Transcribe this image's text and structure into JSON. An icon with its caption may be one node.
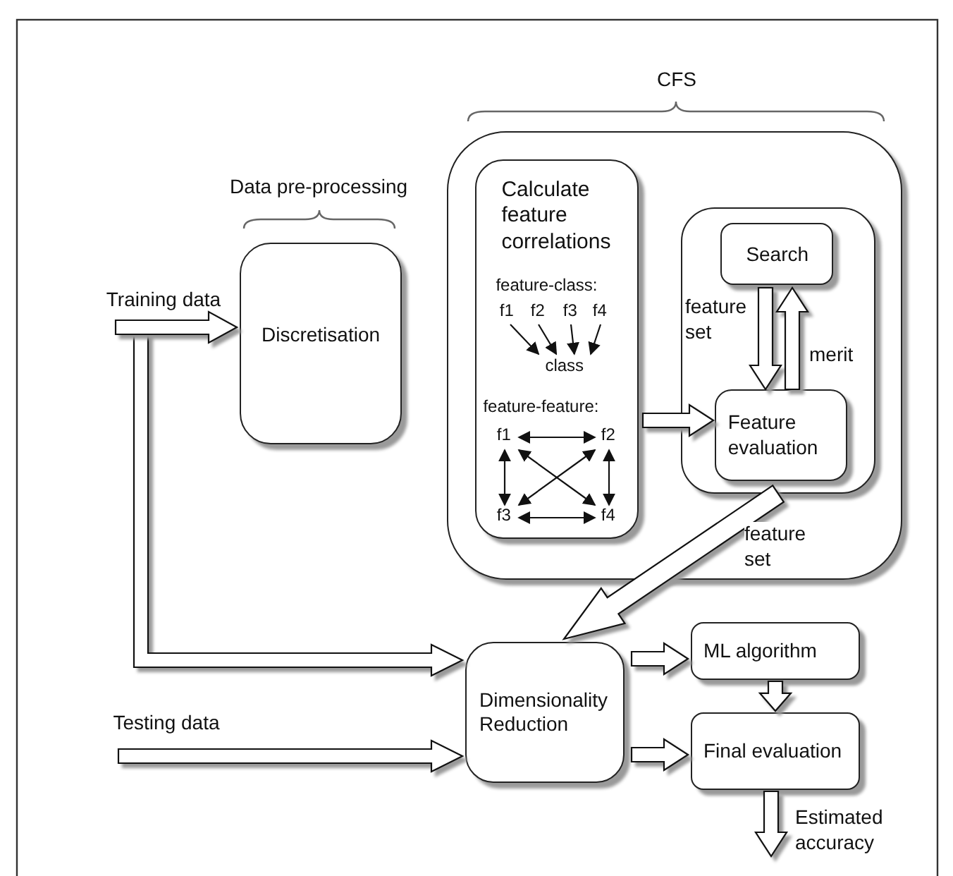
{
  "diagram": {
    "nodes": [
      {
        "text": [],
        "shape": "box",
        "beside": [
          "CFS"
        ]
      },
      {
        "text": [
          "Calculate feature correlations",
          "feature-class:",
          "feature-feature:"
        ],
        "in": 0
      },
      {
        "text": [
          "f1"
        ],
        "in": 1
      },
      {
        "text": [
          "f2"
        ],
        "in": 1
      },
      {
        "text": [
          "f3"
        ],
        "in": 1
      },
      {
        "text": [
          "f4"
        ],
        "in": 1
      },
      {
        "text": [
          "class"
        ],
        "in": 1
      },
      {
        "text": [
          "f1"
        ],
        "in": 1
      },
      {
        "text": [
          "f2"
        ],
        "in": 1
      },
      {
        "text": [
          "f3"
        ],
        "in": 1
      },
      {
        "text": [
          "f4"
        ],
        "in": 1
      },
      {
        "text": [],
        "shape": "box",
        "in": 0
      },
      {
        "text": [
          "Search"
        ],
        "in": 11
      },
      {
        "text": [
          "Feature evaluation"
        ],
        "in": 11
      },
      {
        "text": [
          "Discretisation"
        ],
        "beside": [
          "Data pre-processing"
        ]
      },
      {
        "text": [
          "Training data"
        ]
      },
      {
        "text": [
          "Testing data"
        ]
      },
      {
        "text": [
          "Dimensionality Reduction"
        ]
      },
      {
        "text": [
          "ML algorithm"
        ]
      },
      {
        "text": [
          "Final evaluation"
        ]
      }
    ],
    "edges": [
      {
        "from": 2,
        "to": 6,
        "arrow": "to"
      },
      {
        "from": 3,
        "to": 6,
        "arrow": "to"
      },
      {
        "from": 4,
        "to": 6,
        "arrow": "to"
      },
      {
        "from": 5,
        "to": 6,
        "arrow": "to"
      },
      {
        "from": 7,
        "to": 8,
        "arrow": "both"
      },
      {
        "from": 9,
        "to": 10,
        "arrow": "both"
      },
      {
        "from": 7,
        "to": 9,
        "arrow": "both"
      },
      {
        "from": 8,
        "to": 10,
        "arrow": "both"
      },
      {
        "from": 7,
        "to": 10,
        "arrow": "both"
      },
      {
        "from": 8,
        "to": 9,
        "arrow": "both"
      },
      {
        "from": 12,
        "to": 13,
        "arrow": "to",
        "style": "thick",
        "label": "feature set"
      },
      {
        "from": 13,
        "to": 12,
        "arrow": "to",
        "style": "thick",
        "label": "merit"
      },
      {
        "from": 1,
        "to": 13,
        "arrow": "to",
        "style": "thick"
      },
      {
        "from": 11,
        "to": 17,
        "arrow": "to",
        "style": "thick",
        "label": "feature set"
      },
      {
        "from": 15,
        "to": 14,
        "arrow": "to",
        "style": "thick"
      },
      {
        "from": 15,
        "to": 17,
        "arrow": "to",
        "style": "thick"
      },
      {
        "from": 16,
        "to": 17,
        "arrow": "to",
        "style": "thick"
      },
      {
        "from": 17,
        "to": 18,
        "arrow": "to",
        "style": "thick"
      },
      {
        "from": 17,
        "to": 19,
        "arrow": "to",
        "style": "thick"
      },
      {
        "from": 18,
        "to": 19,
        "arrow": "to",
        "style": "thick"
      },
      {
        "from": 19,
        "to": null,
        "arrow": "to",
        "style": "thick",
        "label": "Estimated accuracy"
      }
    ]
  }
}
